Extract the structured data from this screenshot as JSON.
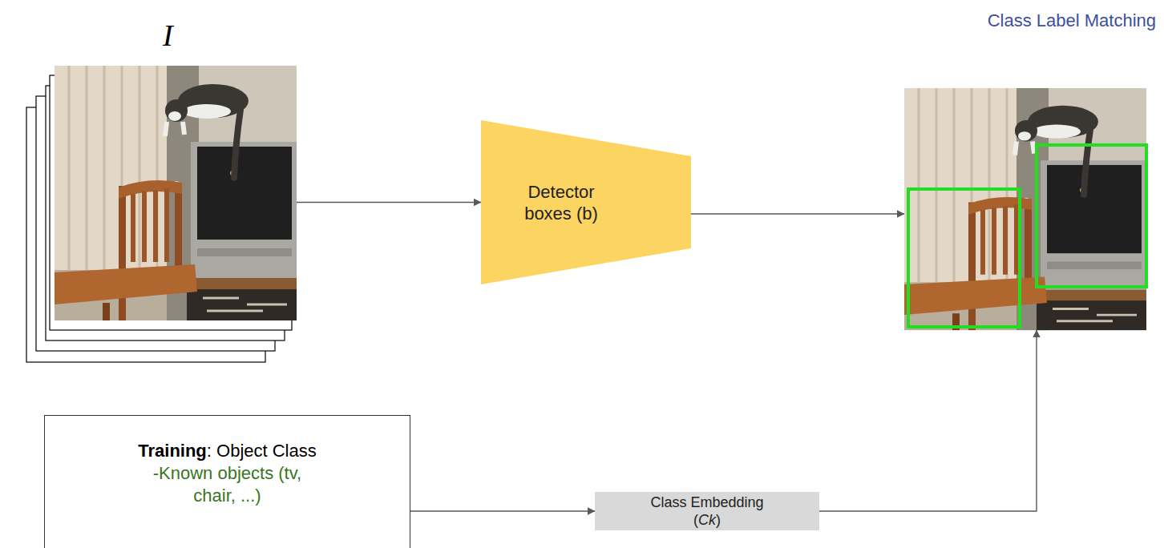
{
  "diagram": {
    "nodes": [
      {
        "text": [
          "I"
        ]
      },
      {
        "text": [
          "Detector boxes (b)"
        ]
      },
      {
        "text": [
          "Class Label Matching"
        ]
      },
      {
        "text": [
          "Training: Object Class",
          "-Known objects (tv, chair, ...)"
        ]
      },
      {
        "text": [
          "Class Embedding (Ck)"
        ]
      }
    ],
    "edges": [
      {
        "from": 0,
        "to": 1,
        "arrow": "to"
      },
      {
        "from": 1,
        "to": 2,
        "arrow": "to"
      },
      {
        "from": 3,
        "to": 4,
        "arrow": "to"
      },
      {
        "from": 4,
        "to": 2,
        "arrow": "to"
      }
    ]
  }
}
